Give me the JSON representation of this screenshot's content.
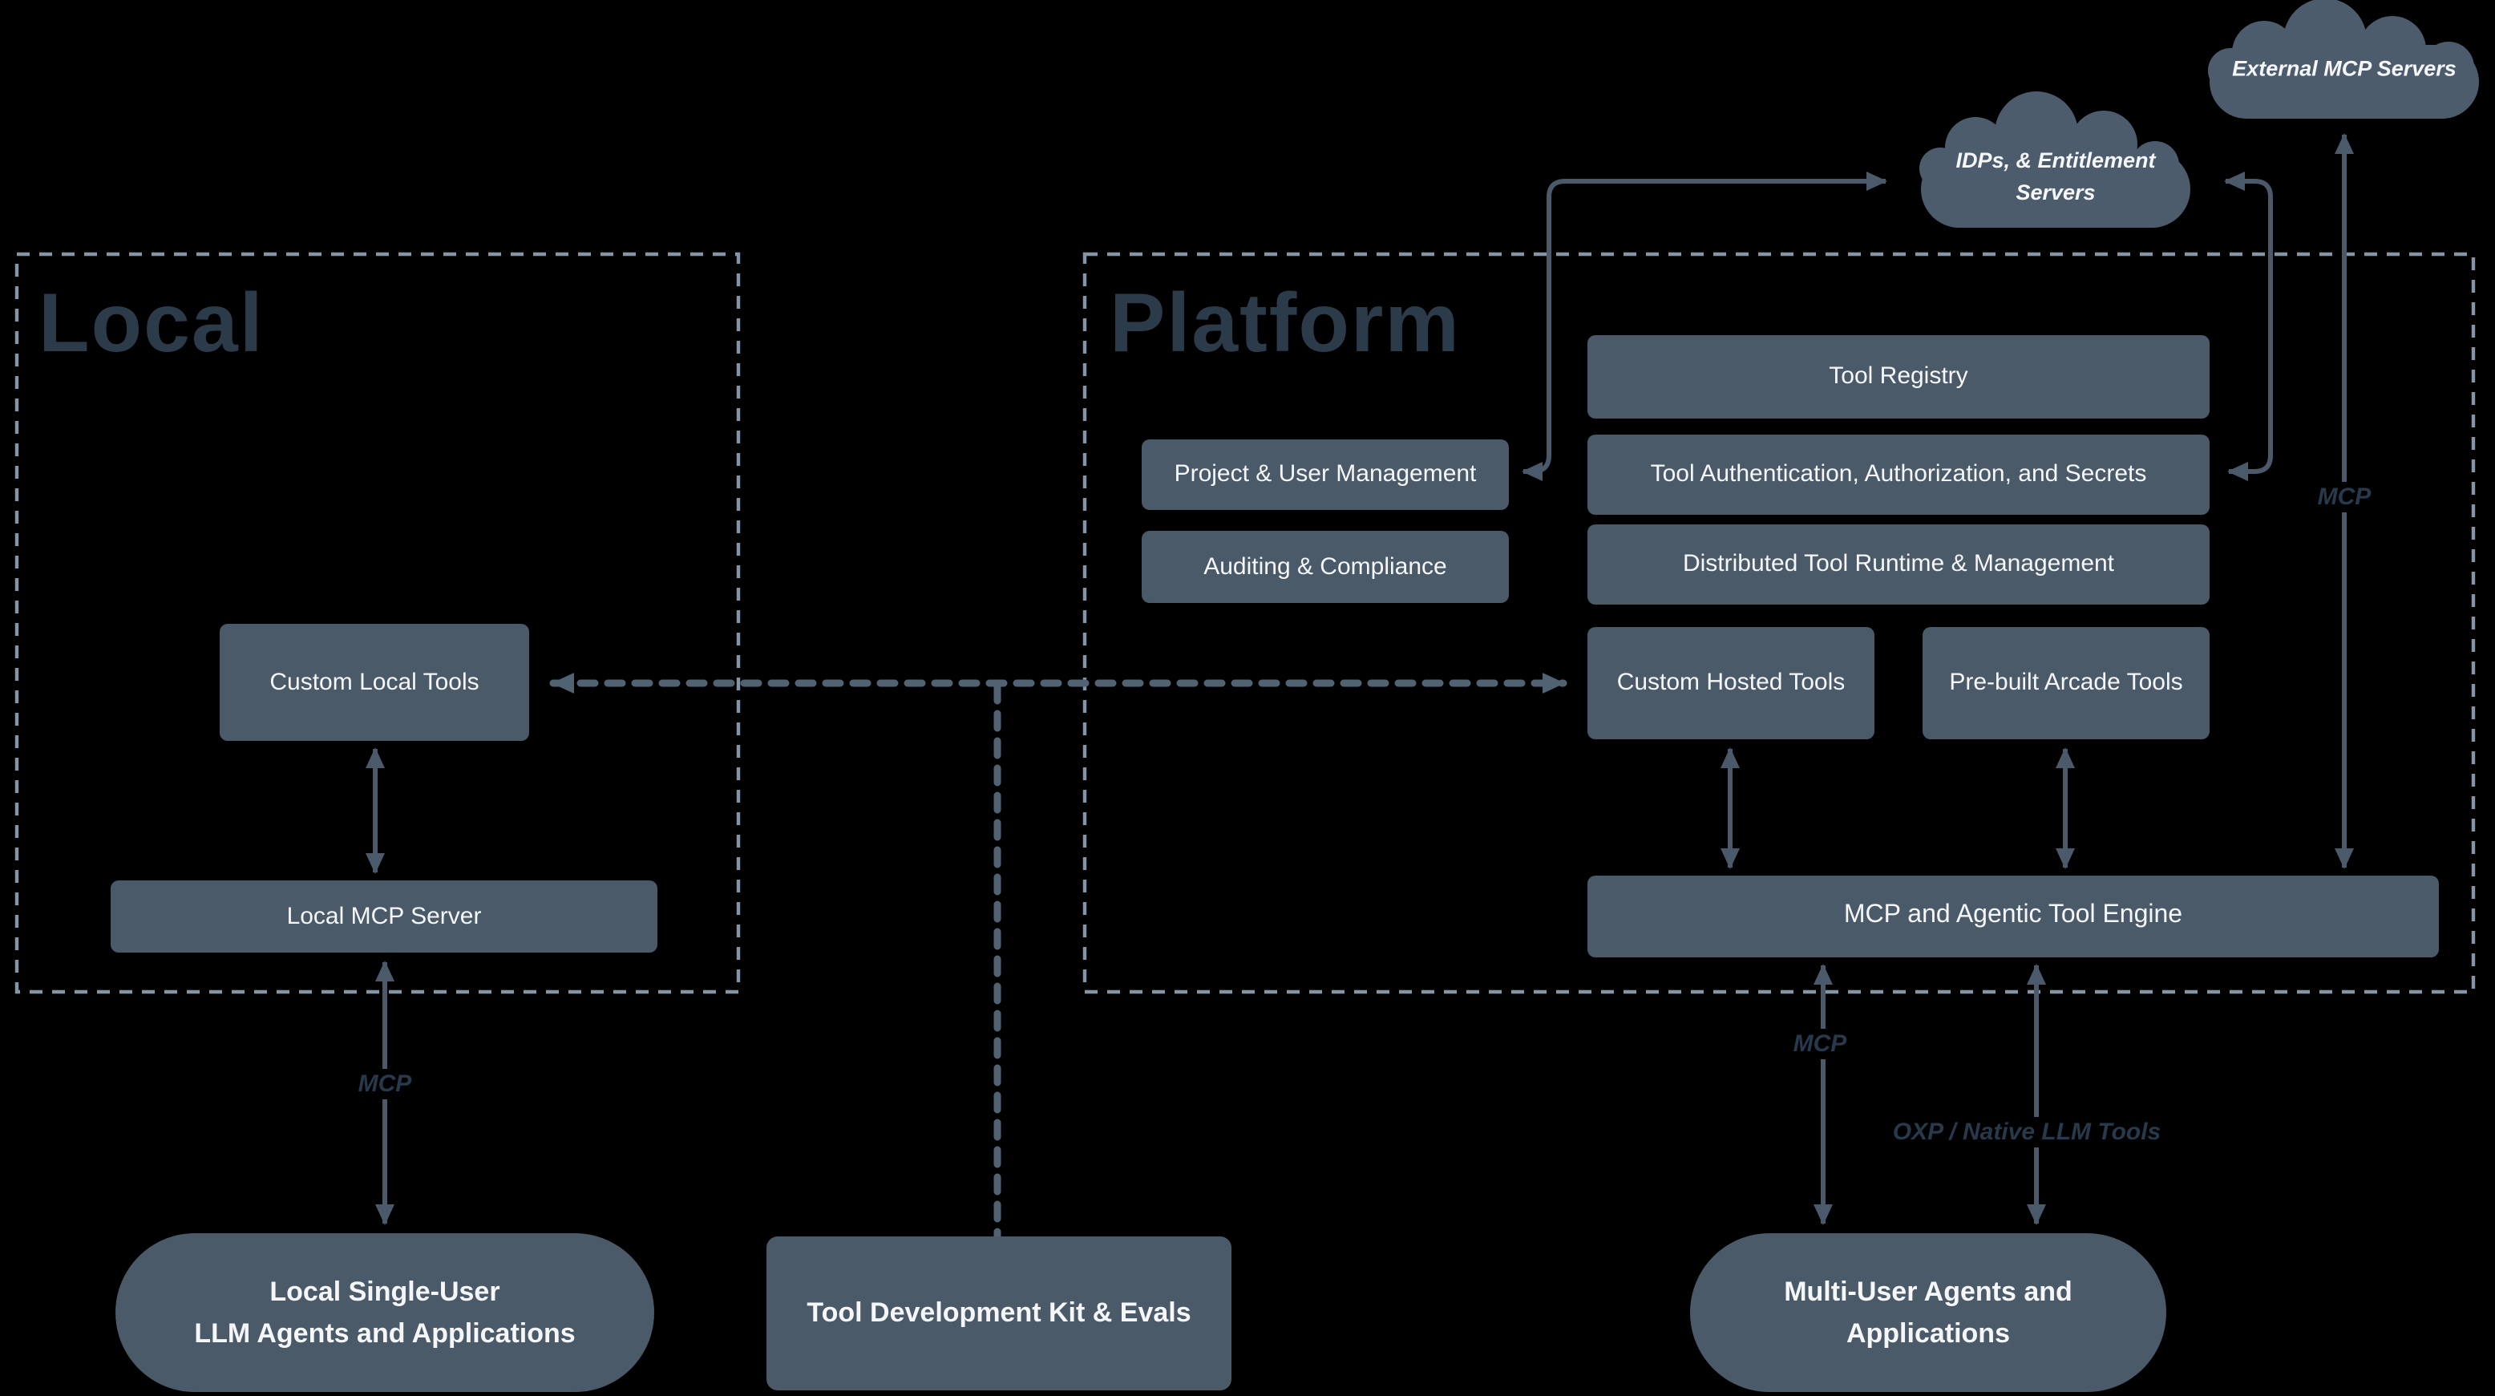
{
  "sections": {
    "local": {
      "title": "Local"
    },
    "platform": {
      "title": "Platform"
    }
  },
  "clouds": {
    "external": {
      "label": "External MCP Servers"
    },
    "idps": {
      "line1": "IDPs, & Entitlement",
      "line2": "Servers"
    }
  },
  "boxes": {
    "tool_registry": "Tool Registry",
    "project_user_management": "Project & User Management",
    "tool_auth": "Tool Authentication, Authorization, and Secrets",
    "auditing_compliance": "Auditing & Compliance",
    "distributed_runtime": "Distributed Tool Runtime & Management",
    "custom_hosted_tools": "Custom Hosted Tools",
    "prebuilt_arcade_tools": "Pre-built Arcade Tools",
    "custom_local_tools": "Custom Local Tools",
    "local_mcp_server": "Local MCP Server",
    "engine": "MCP and Agentic Tool Engine",
    "tool_dev_kit": "Tool Development Kit & Evals"
  },
  "pills": {
    "local_agents": {
      "line1": "Local Single-User",
      "line2": "LLM Agents and Applications"
    },
    "multi_agents": {
      "line1": "Multi-User Agents and",
      "line2": "Applications"
    }
  },
  "edge_labels": {
    "mcp_local": "MCP",
    "mcp_engine": "MCP",
    "oxp_native": "OXP / Native LLM Tools",
    "mcp_external": "MCP"
  },
  "colors": {
    "background": "#000000",
    "box_fill": "#4b5a68",
    "cloud_fill": "#4d5c6c",
    "dashed_border": "#8695a5",
    "arrow": "#4a5a6b",
    "dashed_connector": "#516272",
    "section_title": "#2c3b4a",
    "edge_label": "#27394b",
    "text": "#f4f6f8"
  }
}
